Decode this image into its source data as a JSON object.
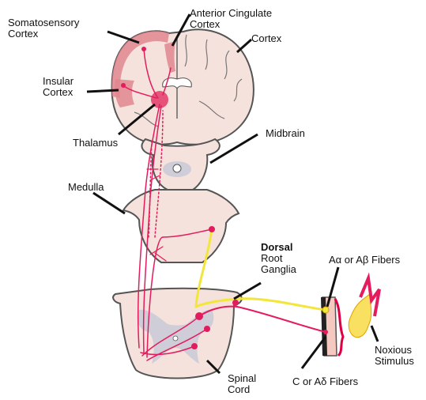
{
  "labels": {
    "somatosensory_1": "Somatosensory",
    "somatosensory_2": "Cortex",
    "anterior_cingulate_1": "Anterior Cingulate",
    "anterior_cingulate_2": "Cortex",
    "cortex": "Cortex",
    "insular_1": "Insular",
    "insular_2": "Cortex",
    "thalamus": "Thalamus",
    "midbrain": "Midbrain",
    "medulla": "Medulla",
    "dorsal": "Dorsal",
    "root": "Root",
    "ganglia": "Ganglia",
    "a_fibers": "Aα or Aβ Fibers",
    "c_fibers": "C or Aδ Fibers",
    "noxious_1": "Noxious",
    "noxious_2": "Stimulus",
    "spinal_1": "Spinal",
    "spinal_2": "Cord"
  },
  "colors": {
    "tissue": "#f6e2dc",
    "tissue_outline": "#555555",
    "gray_matter": "#cfcdd8",
    "cortex_band": "#e0868f",
    "pain_pathway": "#e41b5d",
    "touch_pathway": "#f3e63a",
    "thalamus": "#e23a68"
  }
}
